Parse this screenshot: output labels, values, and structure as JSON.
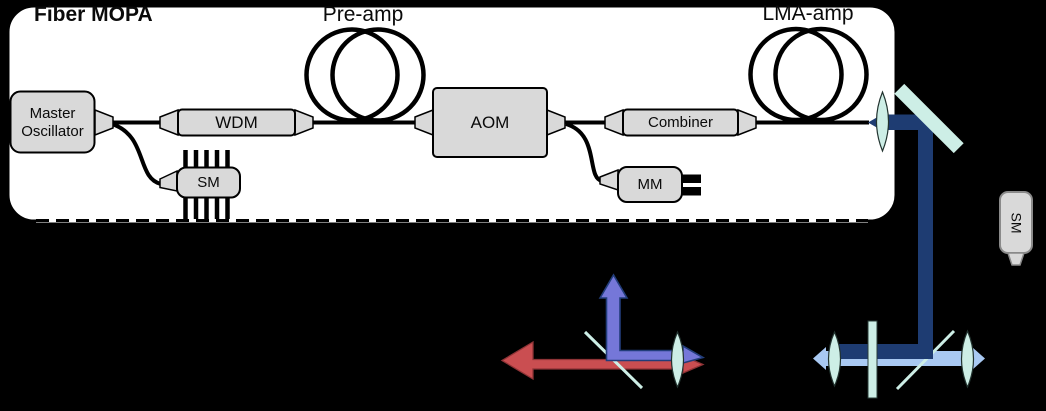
{
  "diagram": {
    "title": "Fiber MOPA",
    "boxes": {
      "master_oscillator": "Master Oscillator",
      "wdm": "WDM",
      "aom": "AOM",
      "combiner": "Combiner",
      "sm_pump": "SM",
      "mm_pump": "MM",
      "sm_fiber_port": "SM"
    },
    "coils": {
      "pre_amp": "Pre-amp",
      "lma_amp": "LMA-amp"
    },
    "colors": {
      "background": "#000000",
      "enclosure_fill": "#ffffff",
      "component_fill": "#d9d9d9",
      "fiber": "#000000",
      "beam_navy": "#1e3c72",
      "beam_pale_blue": "#a9c9f2",
      "arrow_blue_fill": "#7577d8",
      "arrow_blue_stroke": "#223d7a",
      "arrow_red_fill": "#ca4e51",
      "optic_mint": "#cdeee6"
    }
  }
}
